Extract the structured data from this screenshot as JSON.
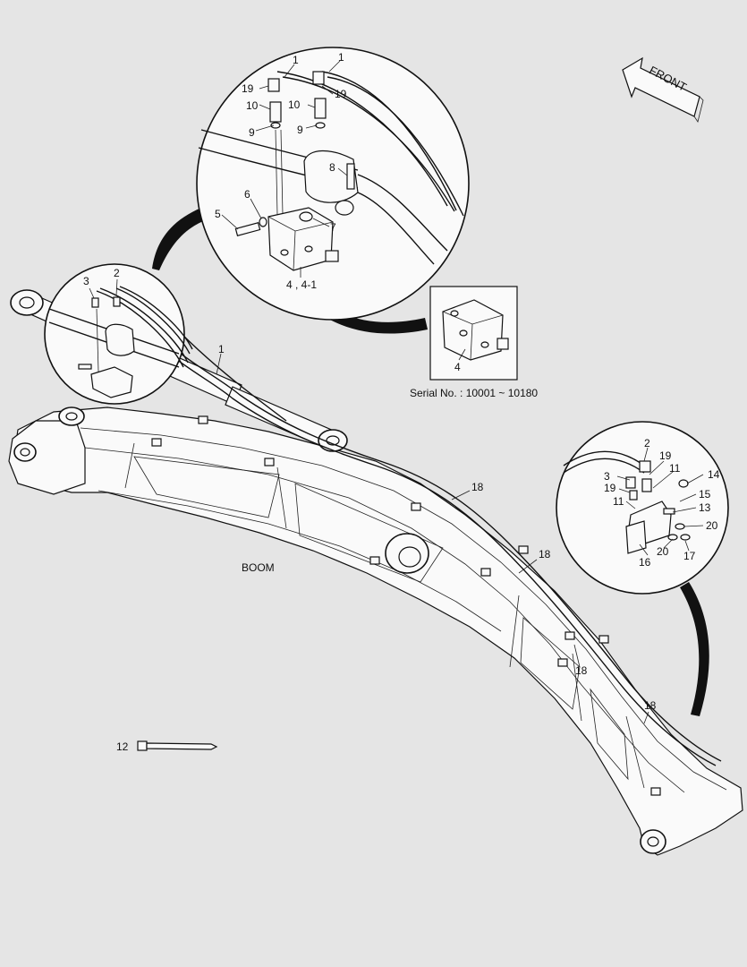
{
  "front_label": "FRONT",
  "boom_label": "BOOM",
  "serial_note": "Serial No. : 10001 ~ 10180",
  "callouts": {
    "top_detail": [
      "1",
      "1",
      "19",
      "19",
      "10",
      "10",
      "9",
      "9",
      "8",
      "6",
      "5",
      "7",
      "4 , 4-1"
    ],
    "left_detail": [
      "3",
      "2"
    ],
    "main": [
      "1",
      "18",
      "18",
      "18",
      "18",
      "12"
    ],
    "serial_inset": [
      "4"
    ],
    "right_detail": [
      "2",
      "19",
      "11",
      "14",
      "3",
      "19",
      "15",
      "11",
      "13",
      "20",
      "16",
      "20",
      "17"
    ]
  }
}
